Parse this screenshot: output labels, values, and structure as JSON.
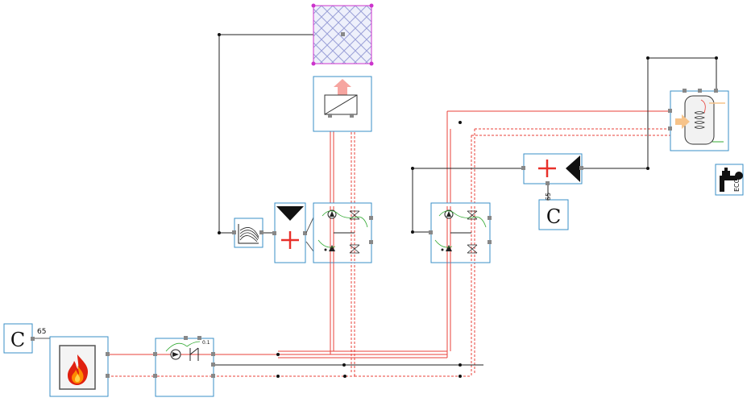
{
  "colors": {
    "wire": "#222222",
    "supply": "#e8403a",
    "return": "#e8403a",
    "frame": "#3a8fc7",
    "node": "#8a8a8a",
    "sensor": "#33aa33",
    "hatch": "#cc33cc",
    "flame_orange": "#ff8a00",
    "flame_red": "#e02010",
    "heat_arrow": "#f6b3ad",
    "plus": "#e8302a"
  },
  "labels": {
    "const_boiler": "C",
    "const_boiler_value": "65",
    "const_dhw": "C",
    "const_dhw_value": "65",
    "valve_small": "0.1",
    "eco_label": "ECO"
  },
  "icons": {
    "heated_surface": "hatched-surface-icon",
    "radiator": "heat-emitter-icon",
    "heating_curve": "heating-curve-icon",
    "mixer1": "mixer-controller-icon",
    "hydraulic1": "pump-valve-group-icon",
    "hydraulic2": "pump-valve-group-icon",
    "mixer2": "mixer-controller-icon",
    "dhw_tank": "storage-tank-icon",
    "dhw_tap": "water-tap-icon",
    "boiler": "flame-icon",
    "pump": "pump-icon",
    "check_valve": "check-valve-icon"
  }
}
